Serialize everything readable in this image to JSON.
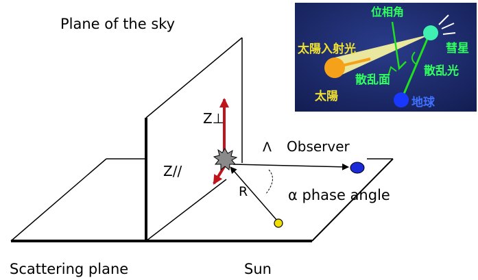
{
  "labels": {
    "plane_of_sky": "Plane of the sky",
    "z_perp": "Z⊥",
    "z_par": "Z//",
    "lambda": "Λ",
    "observer": "Observer",
    "r": "R",
    "alpha_phase": "α phase angle",
    "scattering_plane": "Scattering plane",
    "sun": "Sun"
  },
  "inset": {
    "phase_angle": "位相角",
    "sun_incident_light": "太陽入射光",
    "comet": "彗星",
    "scattering_plane": "散乱面",
    "scattered_light": "散乱光",
    "sun": "太陽",
    "earth": "地球"
  },
  "colors": {
    "line": "#000000",
    "arrow_red": "#c0141c",
    "observer_blue": "#1a2ad6",
    "sun_yellow": "#f0e000",
    "inset_bg": "#1c2c70",
    "inset_orange": "#f5a21a",
    "inset_cone": "#f4f0a0",
    "inset_green": "#20e020",
    "inset_comet": "#40f0b0",
    "inset_earth": "#1838ff",
    "inset_text_yellow": "#f0e030",
    "inset_text_green": "#30ff60",
    "inset_text_blue": "#4070ff"
  }
}
